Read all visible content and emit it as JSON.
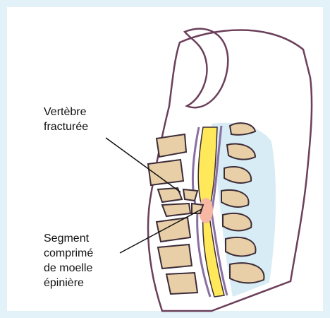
{
  "labels": {
    "fractured_vertebra": [
      "Vertèbre",
      "fracturée"
    ],
    "compressed_segment": [
      "Segment",
      "comprimé",
      "de moelle",
      "épinière"
    ]
  },
  "colors": {
    "background": "#e3f1f8",
    "skin_outline": "#6b3f5a",
    "bone_fill": "#e8cfa8",
    "bone_outline": "#3b2c38",
    "spinal_cord": "#ffe95a",
    "compression": "#f6b7a3",
    "soft_tissue": "#d8ecf6",
    "dura": "#8a6fa2"
  }
}
